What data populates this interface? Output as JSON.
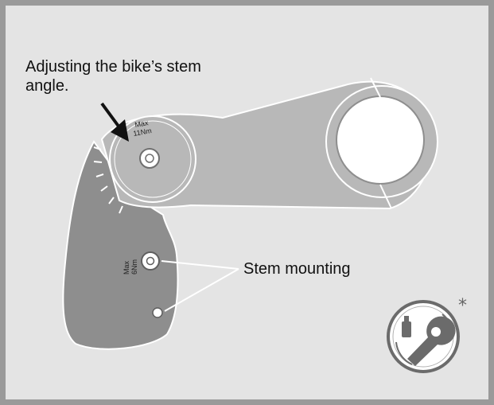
{
  "callouts": {
    "stem_angle": "Adjusting the bike’s stem angle.",
    "stem_mounting": "Stem mounting"
  },
  "torque_labels": {
    "upper": [
      "Max",
      "11Nm"
    ],
    "lower": [
      "Max",
      "6Nm"
    ]
  },
  "badge": {
    "icon": "torque-wrench-tool-icon",
    "asterisk": "*"
  },
  "colors": {
    "background": "#e4e4e4",
    "frame": "#9a9a9a",
    "stem_light": "#b8b8b8",
    "stem_dark": "#8e8e8e"
  }
}
